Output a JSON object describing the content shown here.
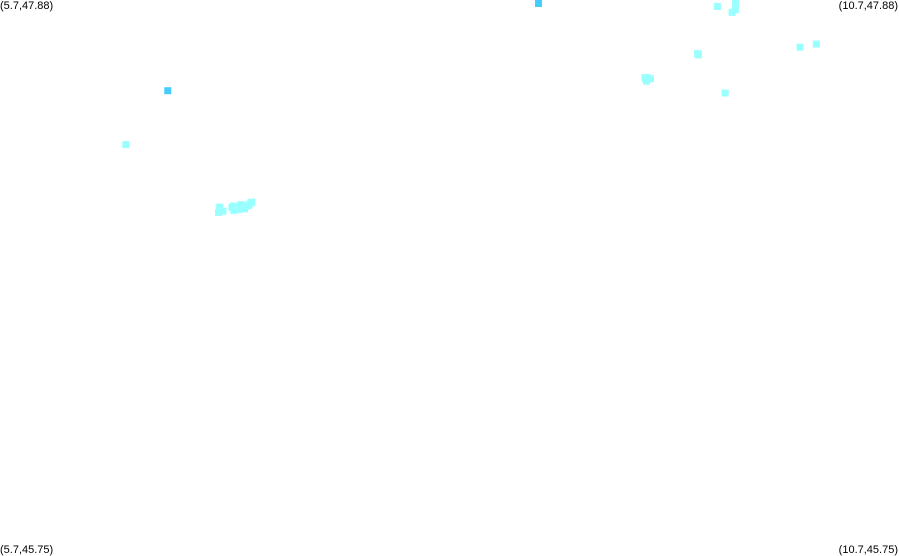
{
  "map": {
    "bounds": {
      "lon_min": 5.7,
      "lon_max": 10.7,
      "lat_min": 45.75,
      "lat_max": 47.88
    },
    "corner_labels": {
      "top_left": "(5.7,47.88)",
      "top_right": "(10.7,47.88)",
      "bottom_left": "(5.7,45.75)",
      "bottom_right": "(10.7,45.75)"
    },
    "colors": {
      "background": "#ffffff",
      "light_point": "#99ffff",
      "strong_point": "#44ccff",
      "label_text": "#000000"
    },
    "points": [
      {
        "lon": 8.695,
        "lat": 47.872,
        "strength": "strong"
      },
      {
        "lon": 9.79,
        "lat": 47.882,
        "strength": "light"
      },
      {
        "lon": 9.69,
        "lat": 47.855,
        "strength": "light"
      },
      {
        "lon": 9.772,
        "lat": 47.832,
        "strength": "light"
      },
      {
        "lon": 9.79,
        "lat": 47.842,
        "strength": "light"
      },
      {
        "lon": 10.24,
        "lat": 47.71,
        "strength": "light"
      },
      {
        "lon": 10.15,
        "lat": 47.698,
        "strength": "light"
      },
      {
        "lon": 9.58,
        "lat": 47.673,
        "strength": "light"
      },
      {
        "lon": 9.585,
        "lat": 47.668,
        "strength": "light"
      },
      {
        "lon": 9.288,
        "lat": 47.58,
        "strength": "light"
      },
      {
        "lon": 9.303,
        "lat": 47.58,
        "strength": "light"
      },
      {
        "lon": 9.292,
        "lat": 47.575,
        "strength": "light"
      },
      {
        "lon": 9.318,
        "lat": 47.576,
        "strength": "light"
      },
      {
        "lon": 9.296,
        "lat": 47.567,
        "strength": "light"
      },
      {
        "lon": 9.733,
        "lat": 47.521,
        "strength": "light"
      },
      {
        "lon": 6.633,
        "lat": 47.53,
        "strength": "strong"
      },
      {
        "lon": 6.4,
        "lat": 47.322,
        "strength": "light"
      },
      {
        "lon": 6.922,
        "lat": 47.07,
        "strength": "light"
      },
      {
        "lon": 6.922,
        "lat": 47.081,
        "strength": "light"
      },
      {
        "lon": 6.915,
        "lat": 47.06,
        "strength": "light"
      },
      {
        "lon": 6.94,
        "lat": 47.065,
        "strength": "light"
      },
      {
        "lon": 6.99,
        "lat": 47.08,
        "strength": "light"
      },
      {
        "lon": 7.0,
        "lat": 47.085,
        "strength": "light"
      },
      {
        "lon": 7.012,
        "lat": 47.08,
        "strength": "light"
      },
      {
        "lon": 7.025,
        "lat": 47.083,
        "strength": "light"
      },
      {
        "lon": 7.04,
        "lat": 47.09,
        "strength": "light"
      },
      {
        "lon": 7.055,
        "lat": 47.087,
        "strength": "light"
      },
      {
        "lon": 7.08,
        "lat": 47.085,
        "strength": "light"
      },
      {
        "lon": 7.09,
        "lat": 47.093,
        "strength": "light"
      },
      {
        "lon": 7.1,
        "lat": 47.1,
        "strength": "light"
      },
      {
        "lon": 7.0,
        "lat": 47.068,
        "strength": "light"
      },
      {
        "lon": 7.03,
        "lat": 47.072,
        "strength": "light"
      },
      {
        "lon": 7.06,
        "lat": 47.074,
        "strength": "light"
      }
    ]
  }
}
